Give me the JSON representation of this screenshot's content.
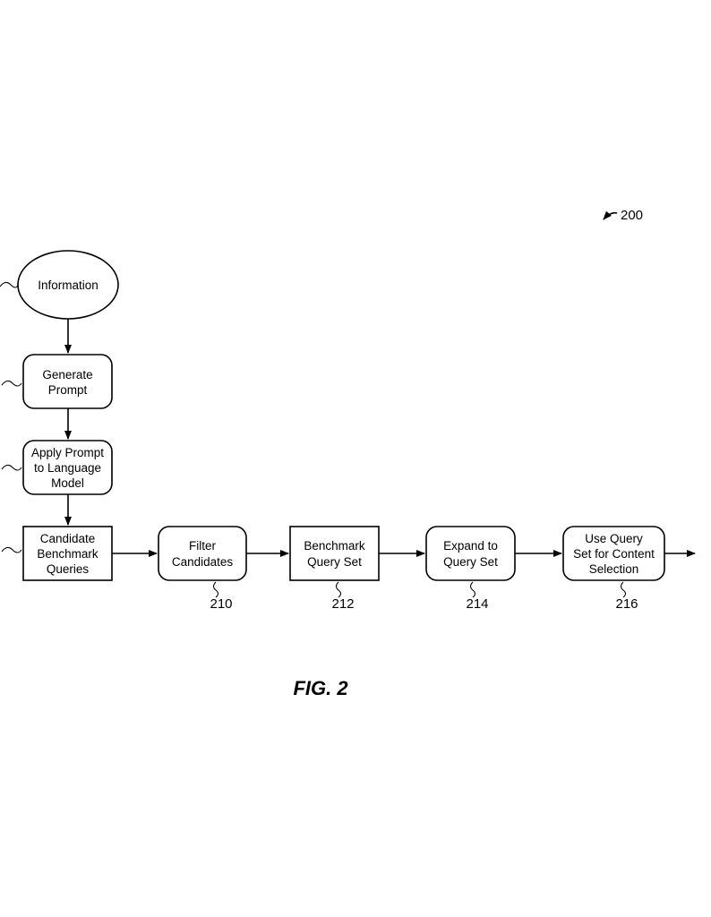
{
  "figure": {
    "ref_number": "200",
    "caption": "FIG. 2"
  },
  "nodes": {
    "information": {
      "lines": [
        "Information"
      ]
    },
    "generate_prompt": {
      "lines": [
        "Generate",
        "Prompt"
      ]
    },
    "apply_prompt": {
      "lines": [
        "Apply Prompt",
        "to Language",
        "Model"
      ]
    },
    "candidate_queries": {
      "lines": [
        "Candidate",
        "Benchmark",
        "Queries"
      ]
    },
    "filter_candidates": {
      "lines": [
        "Filter",
        "Candidates"
      ],
      "ref": "210"
    },
    "benchmark_query_set": {
      "lines": [
        "Benchmark",
        "Query Set"
      ],
      "ref": "212"
    },
    "expand_query_set": {
      "lines": [
        "Expand to",
        "Query Set"
      ],
      "ref": "214"
    },
    "use_query_set": {
      "lines": [
        "Use Query",
        "Set for Content",
        "Selection"
      ],
      "ref": "216"
    }
  }
}
